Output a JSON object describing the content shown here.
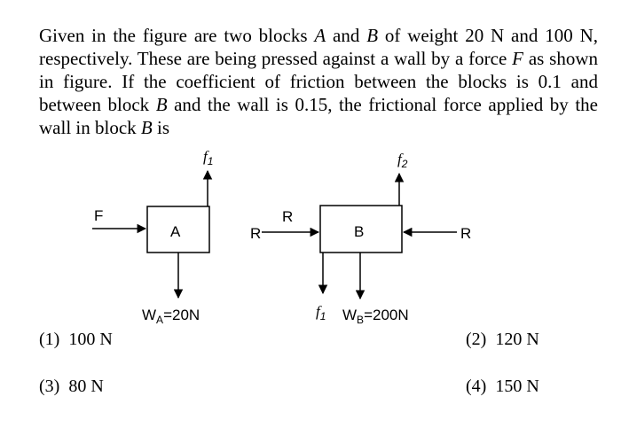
{
  "question": {
    "part1": "Given in the figure are two blocks ",
    "var_A": "A",
    "part2": " and ",
    "var_B": "B",
    "part3": " of weight 20 N and 100 N, respectively. These are being pressed against a wall by a force ",
    "var_F": "F",
    "part4": " as shown in figure. If the coefficient of friction between the blocks is 0.1 and between block ",
    "var_B2": "B",
    "part5": " and the wall is 0.15, the frictional force applied by the wall in block ",
    "var_B3": "B",
    "part6": " is"
  },
  "figure": {
    "block_a": {
      "label": "A",
      "force_label": "F",
      "friction_label": "f",
      "friction_sub": "1",
      "weight_label": "W",
      "weight_sub": "A",
      "weight_value": "=20N"
    },
    "block_b": {
      "label": "B",
      "left_normal_label": "R",
      "left_normal_label_top": "R",
      "right_normal_label": "R",
      "friction_top_label": "f",
      "friction_top_sub": "2",
      "friction_bottom_label": "f",
      "friction_bottom_sub": "1",
      "weight_label": "W",
      "weight_sub": "B",
      "weight_value": "=200N"
    }
  },
  "options": [
    {
      "number": "(1)",
      "value": "100 N"
    },
    {
      "number": "(2)",
      "value": "120 N"
    },
    {
      "number": "(3)",
      "value": "80 N"
    },
    {
      "number": "(4)",
      "value": "150 N"
    }
  ]
}
